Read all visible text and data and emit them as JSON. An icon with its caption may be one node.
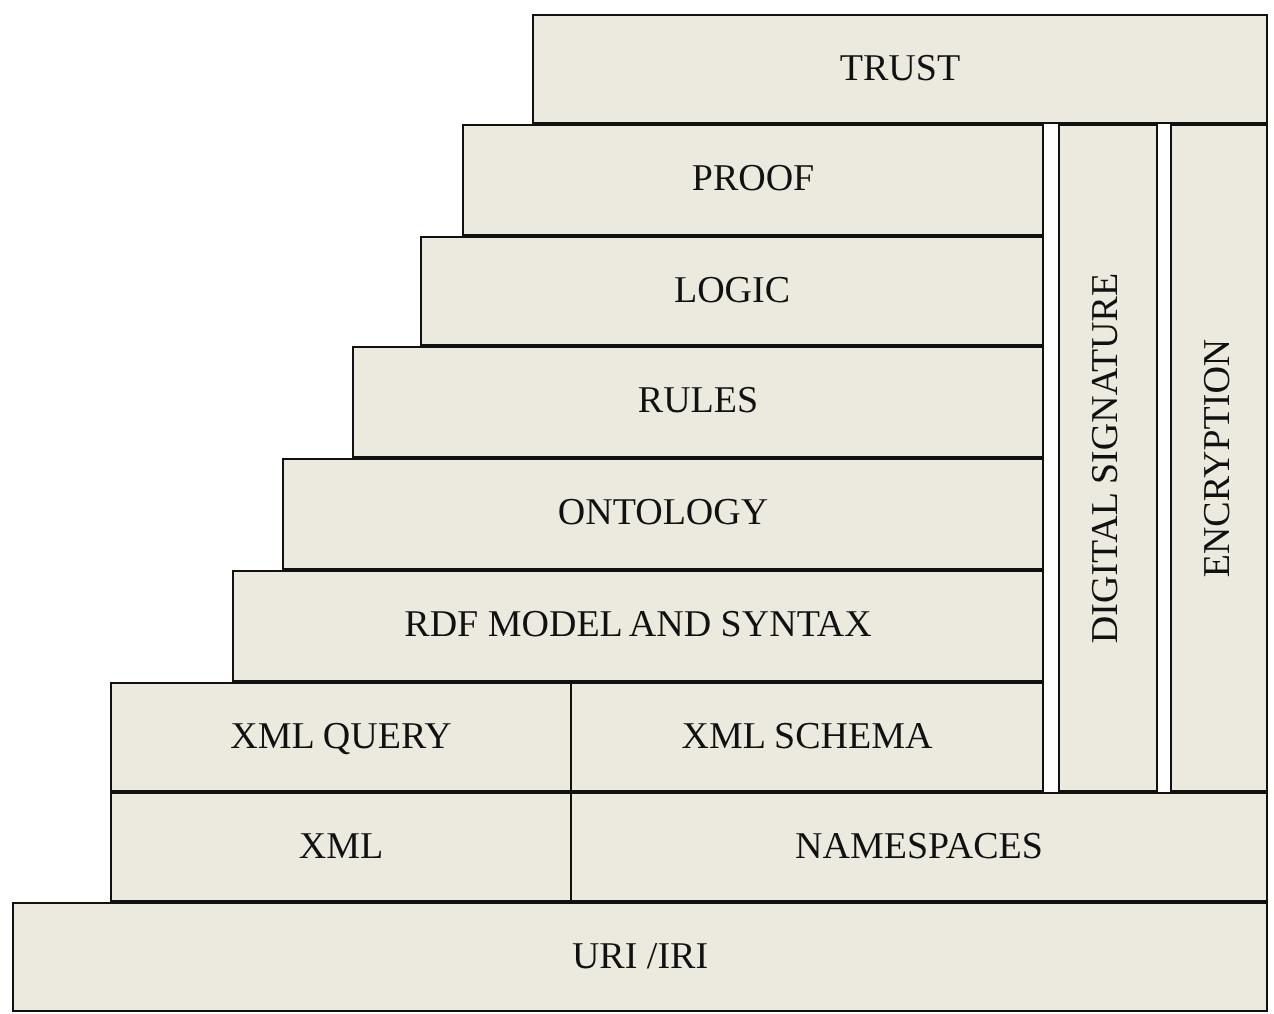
{
  "diagram": {
    "nodes": [
      {
        "text": [
          "TRUST"
        ]
      },
      {
        "text": [
          "PROOF"
        ]
      },
      {
        "text": [
          "LOGIC"
        ]
      },
      {
        "text": [
          "RULES"
        ]
      },
      {
        "text": [
          "ONTOLOGY"
        ]
      },
      {
        "text": [
          "RDF MODEL AND SYNTAX"
        ]
      },
      {
        "text": [
          "XML QUERY"
        ]
      },
      {
        "text": [
          "XML SCHEMA"
        ]
      },
      {
        "text": [
          "DIGITAL SIGNATURE"
        ]
      },
      {
        "text": [
          "ENCRYPTION"
        ]
      },
      {
        "text": [
          "XML"
        ]
      },
      {
        "text": [
          "NAMESPACES"
        ]
      },
      {
        "text": [
          "URI /IRI"
        ]
      }
    ]
  }
}
